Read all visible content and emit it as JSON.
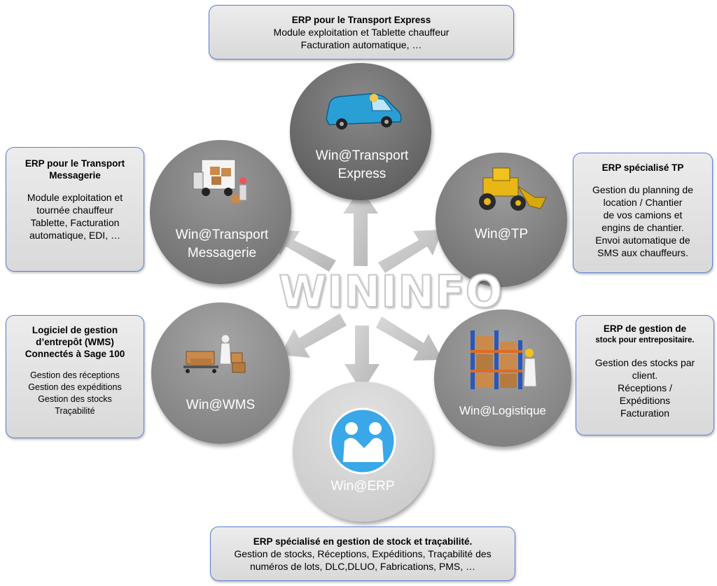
{
  "brand": "WININFO",
  "modules": [
    {
      "label": "Win@Transport Express",
      "line1": "Win@Transport",
      "line2": "Express"
    },
    {
      "label": "Win@Transport Messagerie",
      "line1": "Win@Transport",
      "line2": "Messagerie"
    },
    {
      "label": "Win@TP",
      "line1": "Win@TP",
      "line2": ""
    },
    {
      "label": "Win@WMS",
      "line1": "Win@WMS",
      "line2": ""
    },
    {
      "label": "Win@Logistique",
      "line1": "Win@Logistique",
      "line2": ""
    },
    {
      "label": "Win@ERP",
      "line1": "Win@ERP",
      "line2": ""
    }
  ],
  "boxes": {
    "express": {
      "title": "ERP pour le Transport Express",
      "lines": [
        "Module exploitation et Tablette chauffeur",
        "Facturation automatique, …"
      ]
    },
    "messagerie": {
      "title1": "ERP pour le Transport",
      "title2": "Messagerie",
      "lines": [
        "Module exploitation et",
        "tournée chauffeur",
        "Tablette, Facturation",
        "automatique, EDI, …"
      ]
    },
    "tp": {
      "title": "ERP spécialisé TP",
      "lines": [
        "Gestion du planning de",
        "location / Chantier",
        "de vos camions et",
        "engins de chantier.",
        "Envoi automatique de",
        "SMS aux chauffeurs."
      ]
    },
    "wms": {
      "title1": "Logiciel de gestion",
      "title2": "d’entrepôt (WMS)",
      "title3": "Connectés à Sage 100",
      "lines": [
        "Gestion des réceptions",
        "Gestion des expéditions",
        "Gestion des stocks",
        "Traçabilité"
      ]
    },
    "logistique": {
      "title1": "ERP de gestion de",
      "title2": "stock pour entrepositaire.",
      "lines": [
        "Gestion des stocks par",
        "client.",
        "Réceptions /",
        "Expéditions",
        "Facturation"
      ]
    },
    "erp": {
      "title": "ERP spécialisé en gestion de stock et traçabilité.",
      "lines": [
        "Gestion de stocks, Réceptions, Expéditions, Traçabilité des",
        "numéros de lots, DLC,DLUO, Fabrications, PMS, …"
      ]
    }
  },
  "colors": {
    "circle_dark": "#6e6e6e",
    "circle_light": "#d4d4d4",
    "box_border": "#5b7fcf",
    "arrow": "#c9c9c9"
  }
}
